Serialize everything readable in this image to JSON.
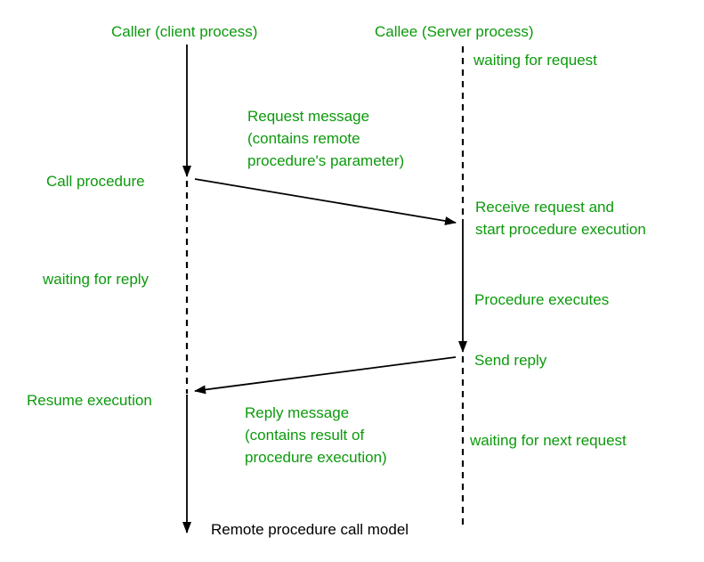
{
  "diagram": {
    "caption": "Remote procedure call model",
    "colors": {
      "text_green": "#0c9a0c",
      "line_black": "#000000",
      "background": "#ffffff"
    },
    "caller": {
      "header": "Caller (client process)",
      "call_procedure": "Call procedure",
      "waiting_for_reply": "waiting for reply",
      "resume_execution": "Resume execution"
    },
    "callee": {
      "header": "Callee (Server process)",
      "waiting_for_request": "waiting for request",
      "receive_request_line1": "Receive request and",
      "receive_request_line2": "start procedure execution",
      "procedure_executes": "Procedure executes",
      "send_reply": "Send reply",
      "waiting_for_next_request": "waiting for next request"
    },
    "messages": {
      "request": {
        "line1": "Request message",
        "line2": "(contains remote",
        "line3": "procedure's parameter)"
      },
      "reply": {
        "line1": "Reply message",
        "line2": "(contains result of",
        "line3": "procedure execution)"
      }
    }
  }
}
